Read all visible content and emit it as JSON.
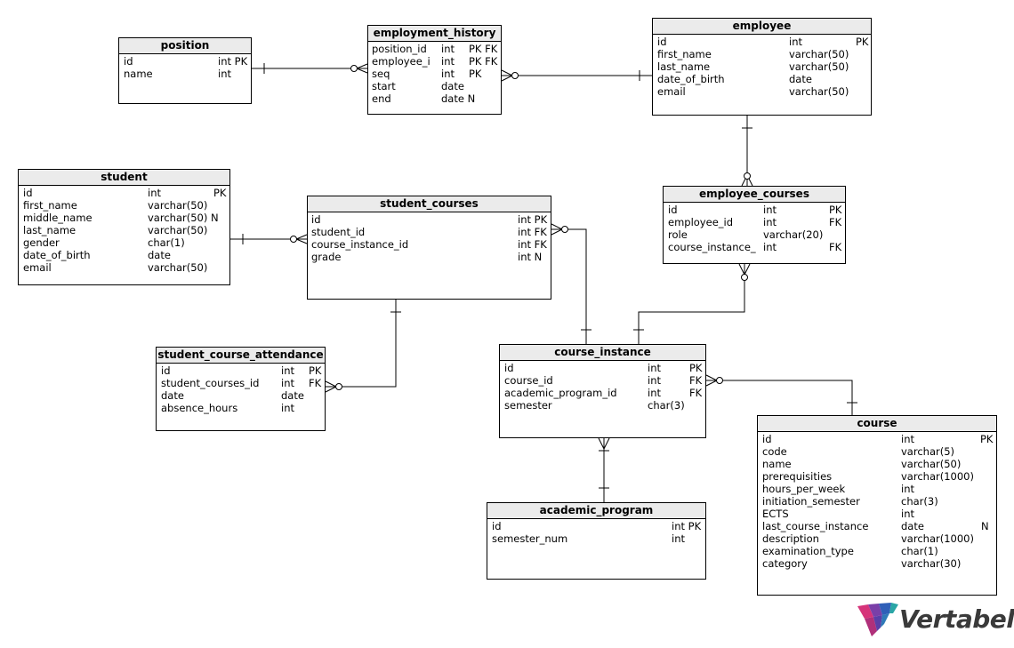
{
  "entities": {
    "position": {
      "title": "position",
      "rows": [
        {
          "name": "id",
          "type": "int PK",
          "flag": ""
        },
        {
          "name": "name",
          "type": "int",
          "flag": ""
        }
      ]
    },
    "employment_history": {
      "title": "employment_history",
      "rows": [
        {
          "name": "position_id",
          "type": "int",
          "flag": "PK FK"
        },
        {
          "name": "employee_i",
          "type": "int",
          "flag": "PK FK"
        },
        {
          "name": "seq",
          "type": "int",
          "flag": "PK"
        },
        {
          "name": "start",
          "type": "date",
          "flag": ""
        },
        {
          "name": "end",
          "type": "date N",
          "flag": ""
        }
      ]
    },
    "employee": {
      "title": "employee",
      "rows": [
        {
          "name": "id",
          "type": "int",
          "flag": "PK"
        },
        {
          "name": "first_name",
          "type": "varchar(50)",
          "flag": ""
        },
        {
          "name": "last_name",
          "type": "varchar(50)",
          "flag": ""
        },
        {
          "name": "date_of_birth",
          "type": "date",
          "flag": ""
        },
        {
          "name": "email",
          "type": "varchar(50)",
          "flag": ""
        }
      ]
    },
    "student": {
      "title": "student",
      "rows": [
        {
          "name": "id",
          "type": "int",
          "flag": "PK"
        },
        {
          "name": "first_name",
          "type": "varchar(50)",
          "flag": ""
        },
        {
          "name": "middle_name",
          "type": "varchar(50) N",
          "flag": ""
        },
        {
          "name": "last_name",
          "type": "varchar(50)",
          "flag": ""
        },
        {
          "name": "gender",
          "type": "char(1)",
          "flag": ""
        },
        {
          "name": "date_of_birth",
          "type": "date",
          "flag": ""
        },
        {
          "name": "email",
          "type": "varchar(50)",
          "flag": ""
        }
      ]
    },
    "student_courses": {
      "title": "student_courses",
      "rows": [
        {
          "name": "id",
          "type": "int PK",
          "flag": ""
        },
        {
          "name": "student_id",
          "type": "int FK",
          "flag": ""
        },
        {
          "name": "course_instance_id",
          "type": "int FK",
          "flag": ""
        },
        {
          "name": "grade",
          "type": "int N",
          "flag": ""
        }
      ]
    },
    "employee_courses": {
      "title": "employee_courses",
      "rows": [
        {
          "name": "id",
          "type": "int",
          "flag": "PK"
        },
        {
          "name": "employee_id",
          "type": "int",
          "flag": "FK"
        },
        {
          "name": "role",
          "type": "varchar(20)",
          "flag": ""
        },
        {
          "name": "course_instance_",
          "type": "int",
          "flag": "FK"
        }
      ]
    },
    "student_course_attendance": {
      "title": "student_course_attendance",
      "rows": [
        {
          "name": "id",
          "type": "int",
          "flag": "PK"
        },
        {
          "name": "student_courses_id",
          "type": "int",
          "flag": "FK"
        },
        {
          "name": "date",
          "type": "date",
          "flag": ""
        },
        {
          "name": "absence_hours",
          "type": "int",
          "flag": ""
        }
      ]
    },
    "course_instance": {
      "title": "course_instance",
      "rows": [
        {
          "name": "id",
          "type": "int",
          "flag": "PK"
        },
        {
          "name": "course_id",
          "type": "int",
          "flag": "FK"
        },
        {
          "name": "academic_program_id",
          "type": "int",
          "flag": "FK"
        },
        {
          "name": "semester",
          "type": "char(3)",
          "flag": ""
        }
      ]
    },
    "course": {
      "title": "course",
      "rows": [
        {
          "name": "id",
          "type": "int",
          "flag": "PK"
        },
        {
          "name": "code",
          "type": "varchar(5)",
          "flag": ""
        },
        {
          "name": "name",
          "type": "varchar(50)",
          "flag": ""
        },
        {
          "name": "prerequisities",
          "type": "varchar(1000)",
          "flag": ""
        },
        {
          "name": "hours_per_week",
          "type": "int",
          "flag": ""
        },
        {
          "name": "initiation_semester",
          "type": "char(3)",
          "flag": ""
        },
        {
          "name": "ECTS",
          "type": "int",
          "flag": ""
        },
        {
          "name": "last_course_instance",
          "type": "date",
          "flag": "N"
        },
        {
          "name": "description",
          "type": "varchar(1000)",
          "flag": ""
        },
        {
          "name": "examination_type",
          "type": "char(1)",
          "flag": ""
        },
        {
          "name": "category",
          "type": "varchar(30)",
          "flag": ""
        }
      ]
    },
    "academic_program": {
      "title": "academic_program",
      "rows": [
        {
          "name": "id",
          "type": "int PK",
          "flag": ""
        },
        {
          "name": "semester_num",
          "type": "int",
          "flag": ""
        }
      ]
    }
  },
  "branding": {
    "logo_text": "Vertabelo",
    "colors": {
      "pink": "#d6337a",
      "purple": "#7a3fa8",
      "blue": "#2f5fb8",
      "teal": "#2aa6a6",
      "text": "#3a3a3a"
    }
  }
}
